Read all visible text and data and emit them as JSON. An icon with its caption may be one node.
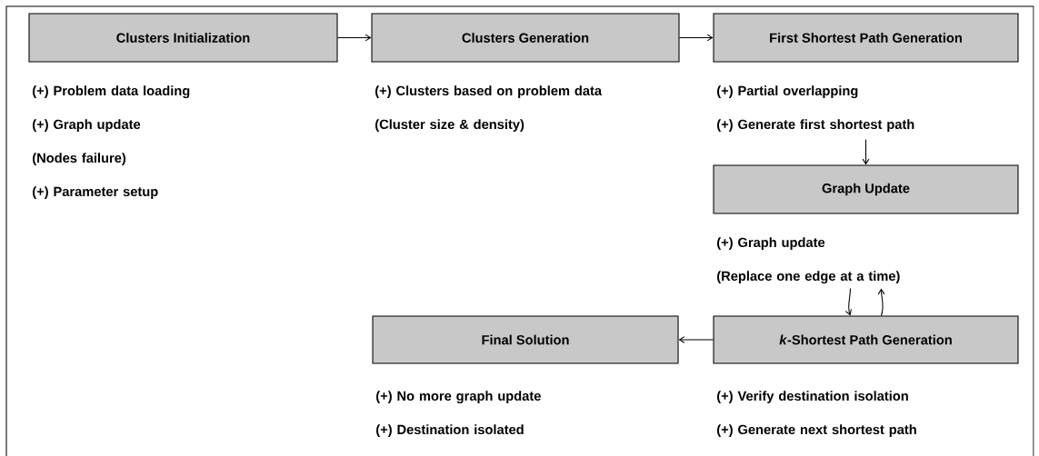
{
  "diagram": {
    "nodes": [
      {
        "text": [
          "Clusters Initialization"
        ],
        "beside": [
          "(+) Problem data loading",
          "(+) Graph update",
          "(Nodes failure)",
          "(+) Parameter setup"
        ]
      },
      {
        "text": [
          "Clusters Generation"
        ],
        "beside": [
          "(+) Clusters based on problem data (Cluster size & density)"
        ]
      },
      {
        "text": [
          "First Shortest Path Generation"
        ],
        "beside": [
          "(+) Partial overlapping",
          "(+) Generate first shortest path"
        ]
      },
      {
        "text": [
          "Graph Update"
        ],
        "beside": [
          "(+) Graph update",
          "(Replace one edge at a time)"
        ]
      },
      {
        "text": [
          "*k*-Shortest Path Generation"
        ],
        "beside": [
          "(+) Verify destination isolation",
          "(+) Generate next shortest path"
        ]
      },
      {
        "text": [
          "Final Solution"
        ],
        "beside": [
          "(+) No more graph update",
          "(+) Destination isolated"
        ]
      }
    ],
    "edges": [
      {
        "from": 0,
        "to": 1,
        "arrow": "to"
      },
      {
        "from": 1,
        "to": 2,
        "arrow": "to"
      },
      {
        "from": 2,
        "to": 3,
        "arrow": "to"
      },
      {
        "from": 3,
        "to": 4,
        "arrow": "to"
      },
      {
        "from": 4,
        "to": 3,
        "arrow": "to"
      },
      {
        "from": 4,
        "to": 5,
        "arrow": "to"
      }
    ]
  }
}
